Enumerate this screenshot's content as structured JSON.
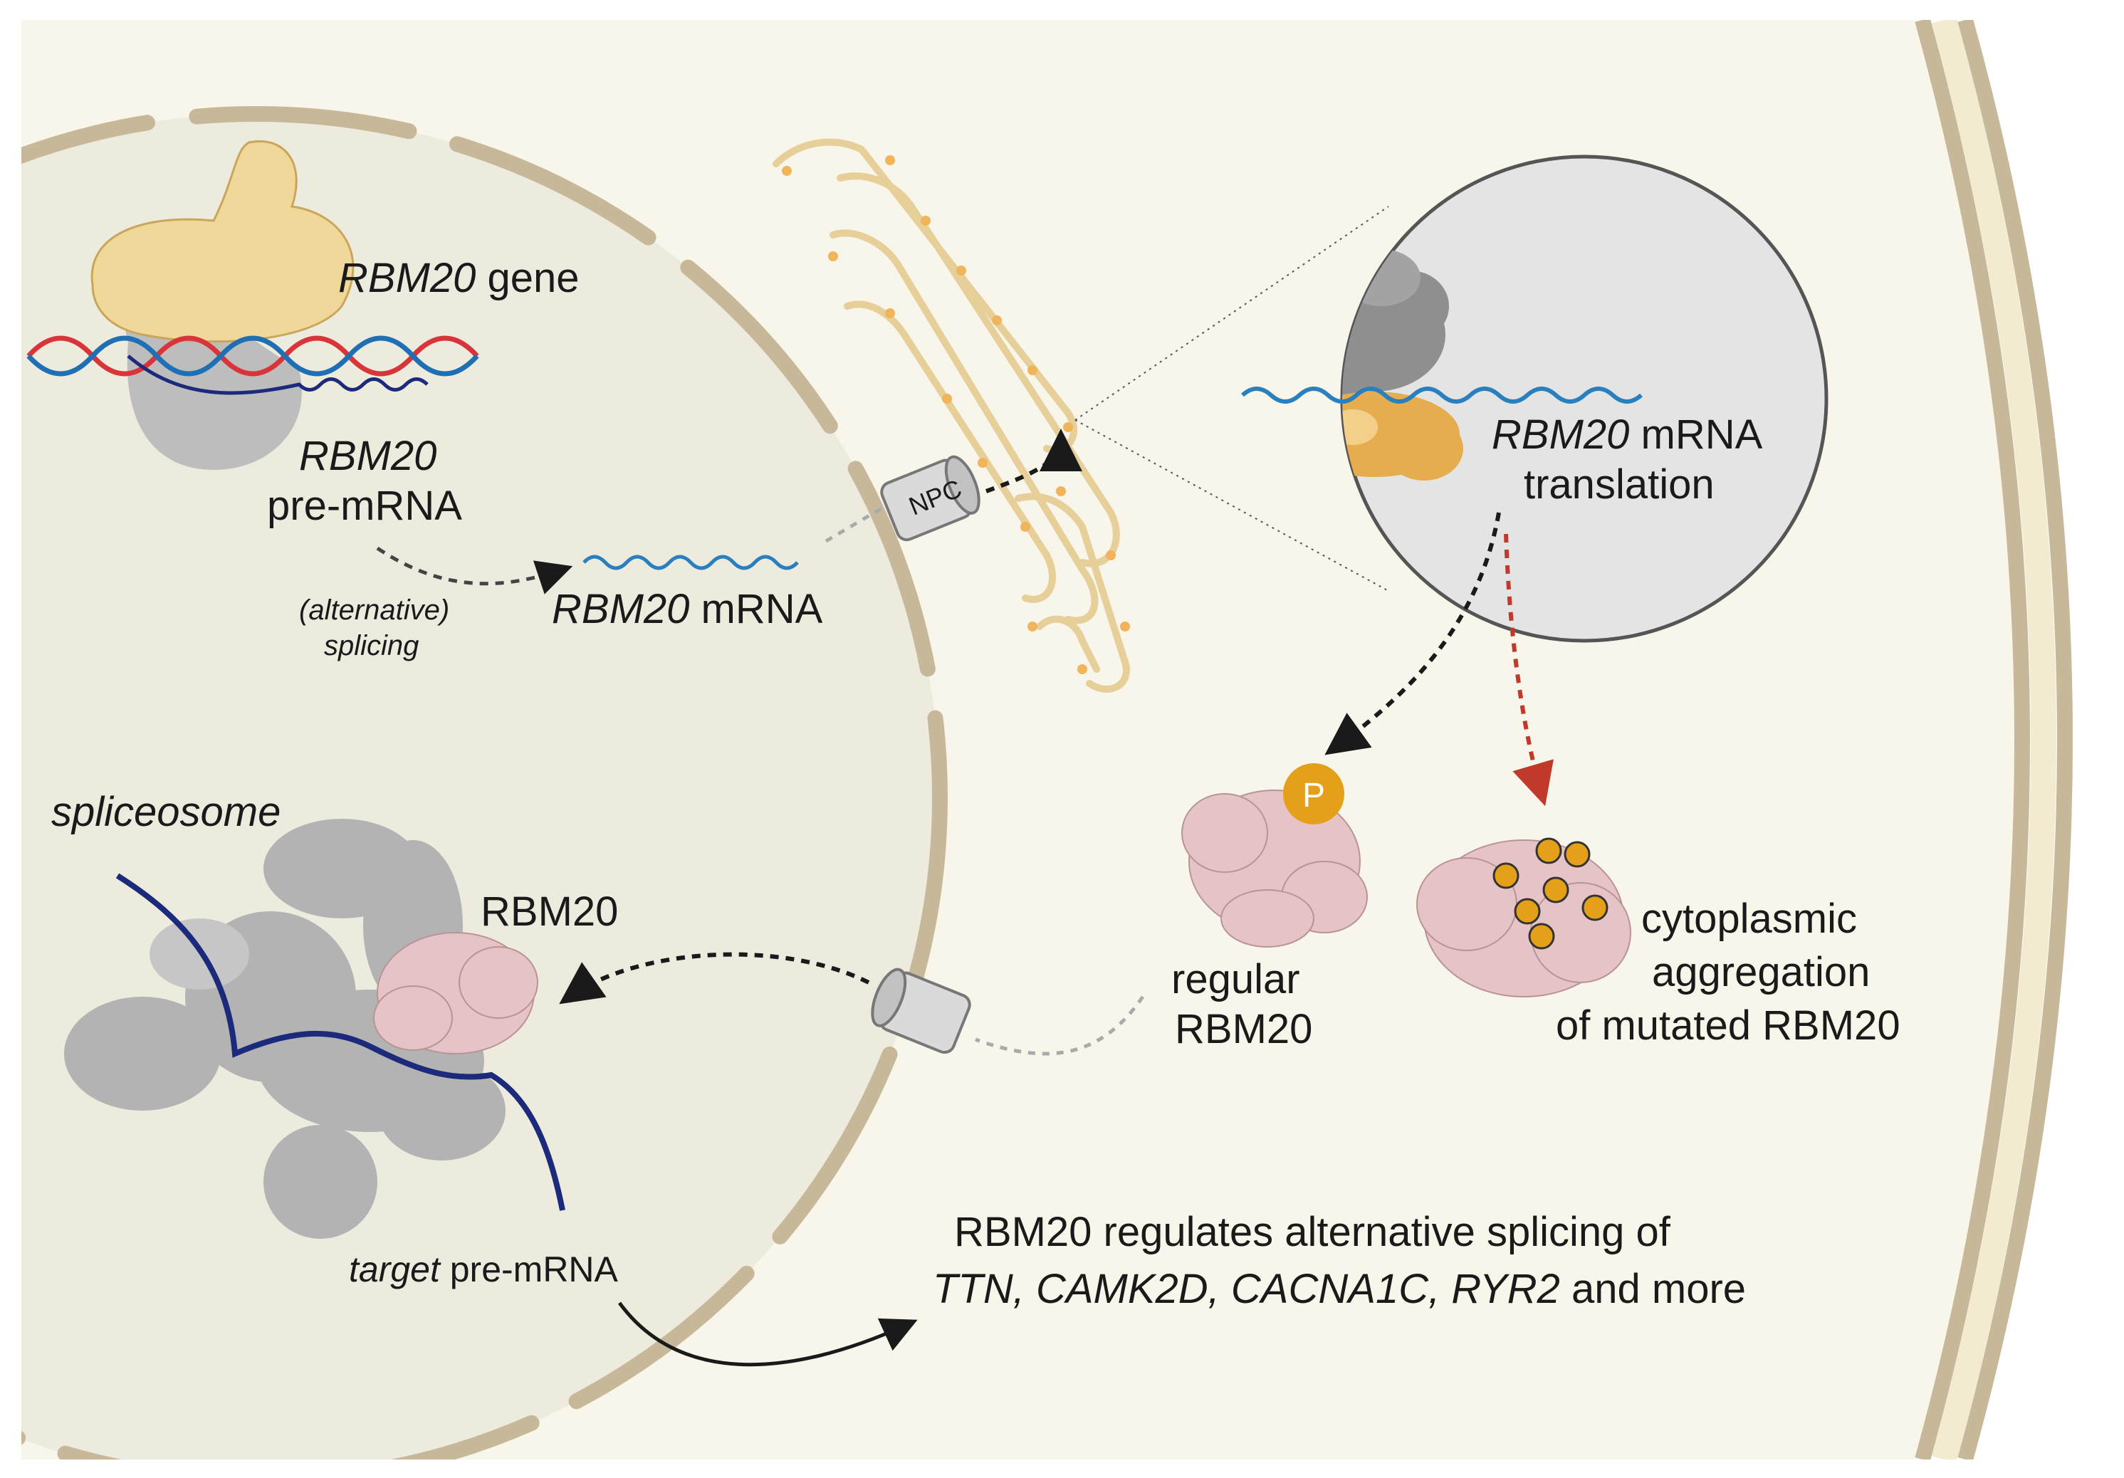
{
  "labels": {
    "gene_name": "RBM20",
    "gene_word": " gene",
    "premrna_name": "RBM20",
    "premrna_word": "pre-mRNA",
    "splicing_line1": "(alternative)",
    "splicing_line2": "splicing",
    "mrna_name": "RBM20",
    "mrna_word": " mRNA",
    "npc": "NPC",
    "translation_name": "RBM20",
    "translation_word1": " mRNA",
    "translation_word2": "translation",
    "phospho": "P",
    "regular_line1": "regular",
    "regular_line2": "RBM20",
    "aggregation_line1": "cytoplasmic",
    "aggregation_line2": "aggregation",
    "aggregation_line3": "of mutated RBM20",
    "spliceosome": "spliceosome",
    "rbm20_protein": "RBM20",
    "target_word": "target",
    "target_rest": " pre-mRNA",
    "regulates_line1": "RBM20 regulates alternative splicing of",
    "regulates_targets": "TTN, CAMK2D, CACNA1C, RYR2",
    "regulates_more": " and more"
  },
  "colors": {
    "cytoplasm": "#f8f5ea",
    "nucleus": "#edeade",
    "membrane": "#c7b899",
    "dna_red": "#d9343a",
    "dna_blue": "#1f6fb4",
    "mrna": "#2a7fbf",
    "premrna": "#1b2a7a",
    "polymerase_yellow": "#f0d89a",
    "polymerase_grey": "#bdbdbd",
    "ribosome_grey": "#8f8f8f",
    "ribosome_orange": "#e5ad4d",
    "rbm20_pink": "#e6c3c6",
    "phospho_orange": "#e5a01a",
    "arrow_red": "#c0392b"
  }
}
